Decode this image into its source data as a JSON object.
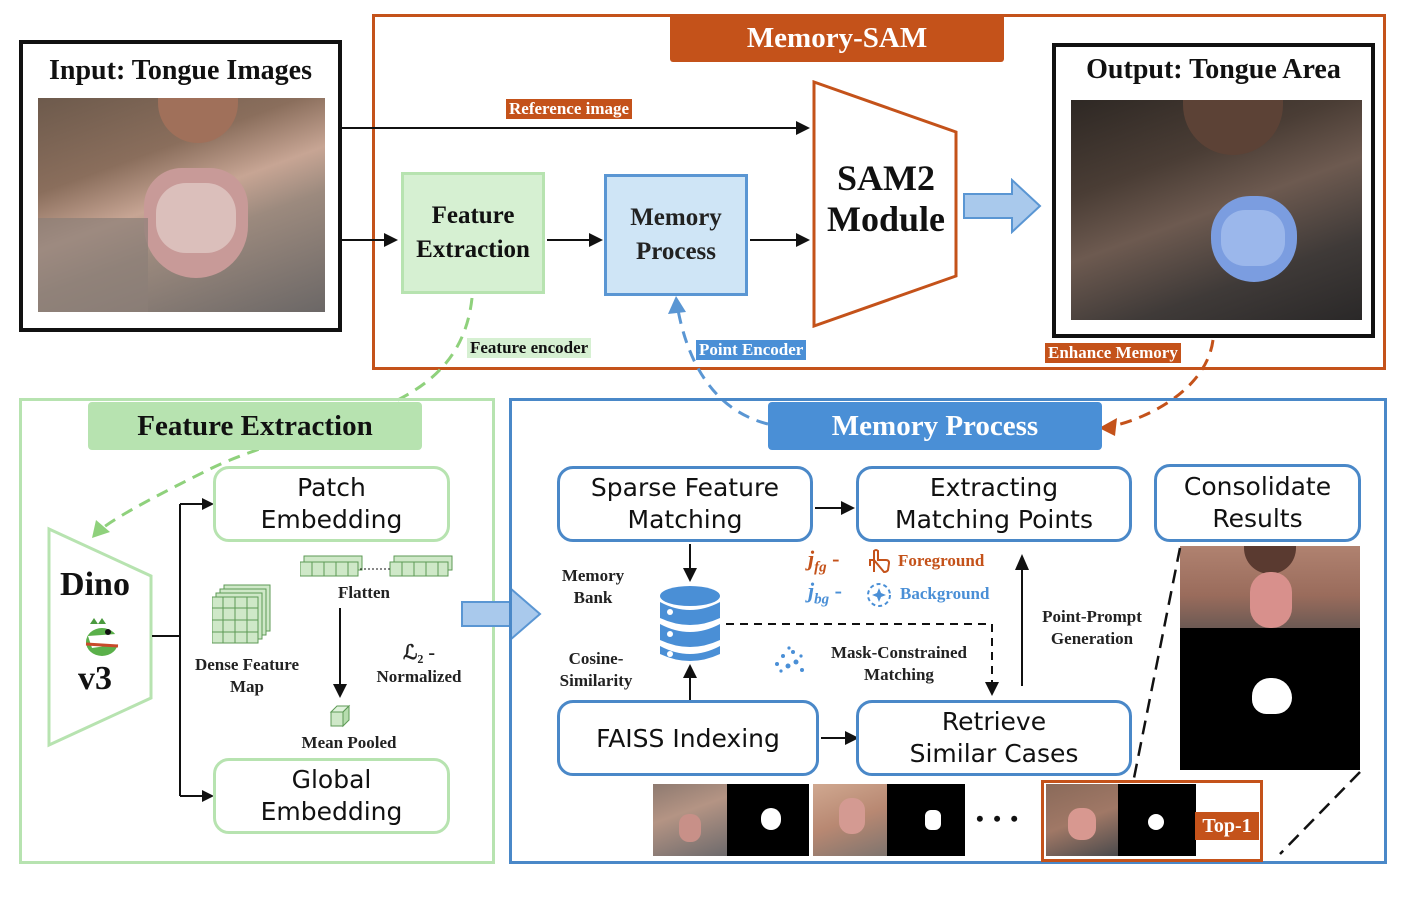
{
  "memory_sam": {
    "title": "Memory-SAM",
    "reference_label": "Reference image",
    "feature_extraction": {
      "line1": "Feature",
      "line2": "Extraction"
    },
    "memory_process": {
      "line1": "Memory",
      "line2": "Process"
    },
    "sam2": {
      "line1": "SAM2",
      "line2": "Module"
    },
    "feature_encoder_label": "Feature encoder",
    "point_encoder_label": "Point Encoder",
    "enhance_memory_label": "Enhance Memory"
  },
  "input": {
    "title": "Input: Tongue Images"
  },
  "output": {
    "title": "Output: Tongue Area"
  },
  "feature_panel": {
    "title": "Feature Extraction",
    "dino": {
      "line1": "Dino",
      "line2": "v3"
    },
    "patch": {
      "line1": "Patch",
      "line2": "Embedding"
    },
    "global": {
      "line1": "Global",
      "line2": "Embedding"
    },
    "dense": {
      "line1": "Dense Feature",
      "line2": "Map"
    },
    "flatten": "Flatten",
    "l2": {
      "symbol": "ℒ₂ -",
      "word": "Normalized"
    },
    "mean_pooled": "Mean Pooled"
  },
  "memory_panel": {
    "title": "Memory Process",
    "sparse": {
      "line1": "Sparse Feature",
      "line2": "Matching"
    },
    "extracting": {
      "line1": "Extracting",
      "line2": "Matching Points"
    },
    "consolidate": {
      "line1": "Consolidate",
      "line2": "Results"
    },
    "memory_bank": {
      "line1": "Memory",
      "line2": "Bank"
    },
    "cosine": {
      "line1": "Cosine-",
      "line2": "Similarity"
    },
    "faiss": "FAISS Indexing",
    "retrieve": {
      "line1": "Retrieve",
      "line2": "Similar Cases"
    },
    "mask_constrained": {
      "line1": "Mask-Constrained",
      "line2": "Matching"
    },
    "point_prompt": {
      "line1": "Point-Prompt",
      "line2": "Generation"
    },
    "j_fg": "j",
    "j_fg_sub": "fg",
    "j_bg": "j",
    "j_bg_sub": "bg",
    "dash": "-",
    "foreground": "Foreground",
    "background": "Background",
    "ellipsis": "• • •",
    "top1": "Top-1"
  },
  "colors": {
    "orange": "#c4521a",
    "blue": "#4a8fd6",
    "green_fill": "#d6f0d2",
    "green_border": "#b7e3b0"
  }
}
